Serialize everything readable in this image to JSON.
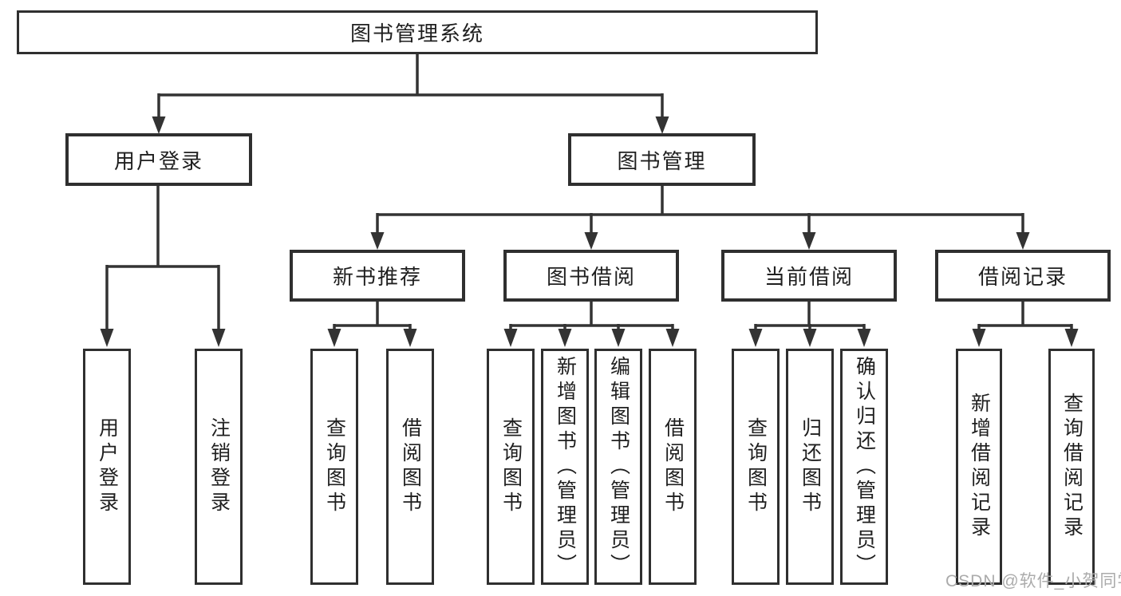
{
  "diagram": {
    "root": {
      "label": "图书管理系统"
    },
    "level2": [
      {
        "label": "用户登录"
      },
      {
        "label": "图书管理"
      }
    ],
    "level3": [
      {
        "label": "新书推荐"
      },
      {
        "label": "图书借阅"
      },
      {
        "label": "当前借阅"
      },
      {
        "label": "借阅记录"
      }
    ],
    "leaves": [
      {
        "label": "用户登录"
      },
      {
        "label": "注销登录"
      },
      {
        "label": "查询图书"
      },
      {
        "label": "借阅图书"
      },
      {
        "label": "查询图书"
      },
      {
        "label": "新增图书（管理员）"
      },
      {
        "label": "编辑图书（管理员）"
      },
      {
        "label": "借阅图书"
      },
      {
        "label": "查询图书"
      },
      {
        "label": "归还图书"
      },
      {
        "label": "确认归还（管理员）"
      },
      {
        "label": "新增借阅记录"
      },
      {
        "label": "查询借阅记录"
      }
    ]
  },
  "watermark": {
    "text": "CSDN @软件_小贺同学"
  },
  "colors": {
    "line": "#333333",
    "box_border": "#2f2f2f",
    "text": "#1f1f1f",
    "watermark": "#ababab",
    "background": "#ffffff"
  }
}
